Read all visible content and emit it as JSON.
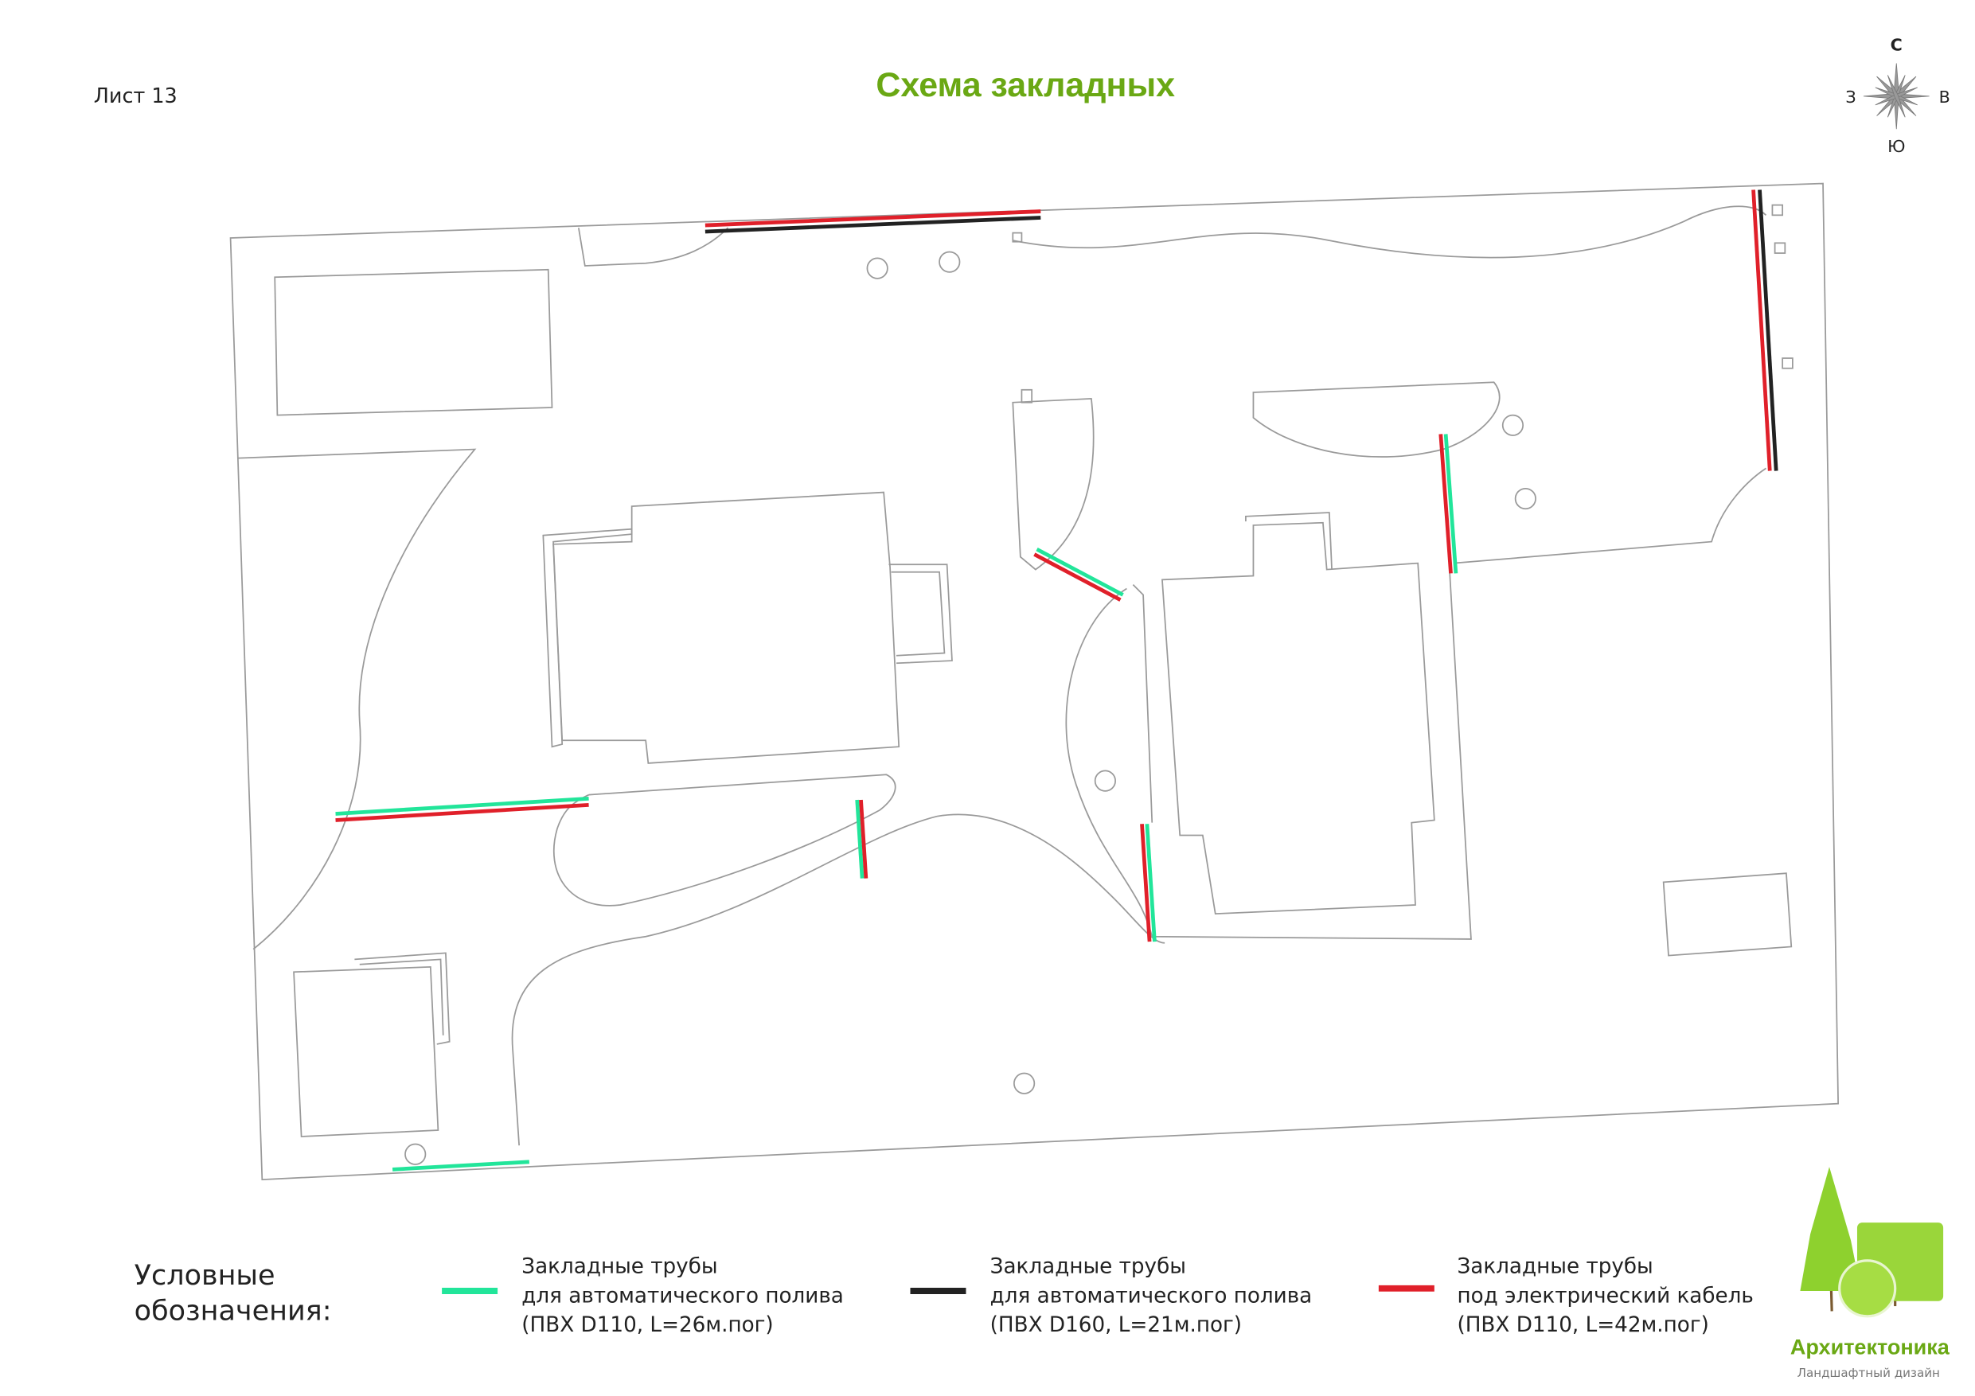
{
  "header": {
    "sheet": "Лист 13",
    "title": "Схема закладных"
  },
  "compass": {
    "north": "С",
    "south": "Ю",
    "west": "З",
    "east": "В"
  },
  "legend": {
    "heading_line1": "Условные",
    "heading_line2": "обозначения:",
    "items": [
      {
        "color": "#22e59a",
        "line1": "Закладные трубы",
        "line2": "для автоматического полива",
        "line3": "(ПВХ D110, L=26м.пог)"
      },
      {
        "color": "#222222",
        "line1": "Закладные трубы",
        "line2": "для автоматического полива",
        "line3": "(ПВХ D160, L=21м.пог)"
      },
      {
        "color": "#e0202a",
        "line1": "Закладные трубы",
        "line2": "под электрический кабель",
        "line3": "(ПВХ D110, L=42м.пог)"
      }
    ]
  },
  "logo": {
    "name": "Архитектоника",
    "tagline": "Ландшафтный дизайн"
  }
}
